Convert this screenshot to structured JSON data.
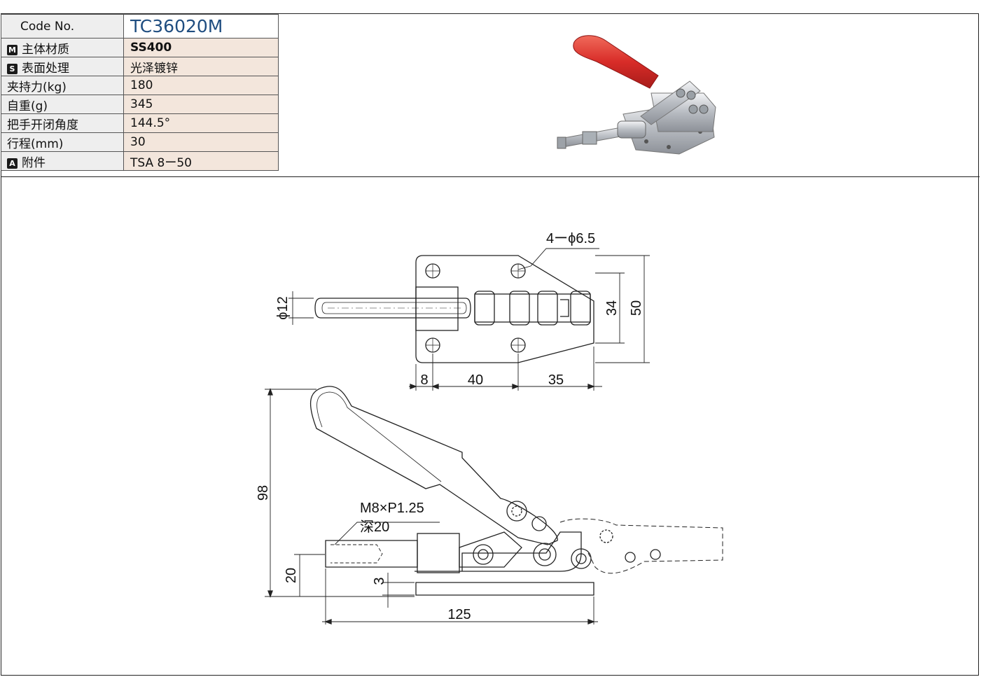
{
  "specs": {
    "code_label": "Code No.",
    "code_value": "TC36020M",
    "rows": [
      {
        "badge": "M",
        "label": "主体材质",
        "value": "SS400"
      },
      {
        "badge": "S",
        "label": "表面处理",
        "value": "光泽镀锌"
      },
      {
        "badge": "",
        "label": "夹持力(kg)",
        "value": "180"
      },
      {
        "badge": "",
        "label": "自重(g)",
        "value": "345"
      },
      {
        "badge": "",
        "label": "把手开闭角度",
        "value": "144.5°"
      },
      {
        "badge": "",
        "label": "行程(mm)",
        "value": "30"
      },
      {
        "badge": "A",
        "label": "附件",
        "value": "TSA 8ー50"
      }
    ]
  },
  "drawing": {
    "hole_callout": "4ーϕ6.5",
    "rod_diameter": "ϕ12",
    "dim_34": "34",
    "dim_50": "50",
    "dim_8": "8",
    "dim_40": "40",
    "dim_35": "35",
    "dim_98": "98",
    "thread_spec": "M8×P1.25",
    "thread_depth": "深20",
    "dim_20": "20",
    "dim_3": "3",
    "dim_125": "125"
  },
  "colors": {
    "handle": "#d82c28",
    "metal": "#c9ccd0",
    "label_bg": "#eeeeee",
    "value_bg": "#f3e6dc",
    "code_text": "#1f4d80"
  }
}
